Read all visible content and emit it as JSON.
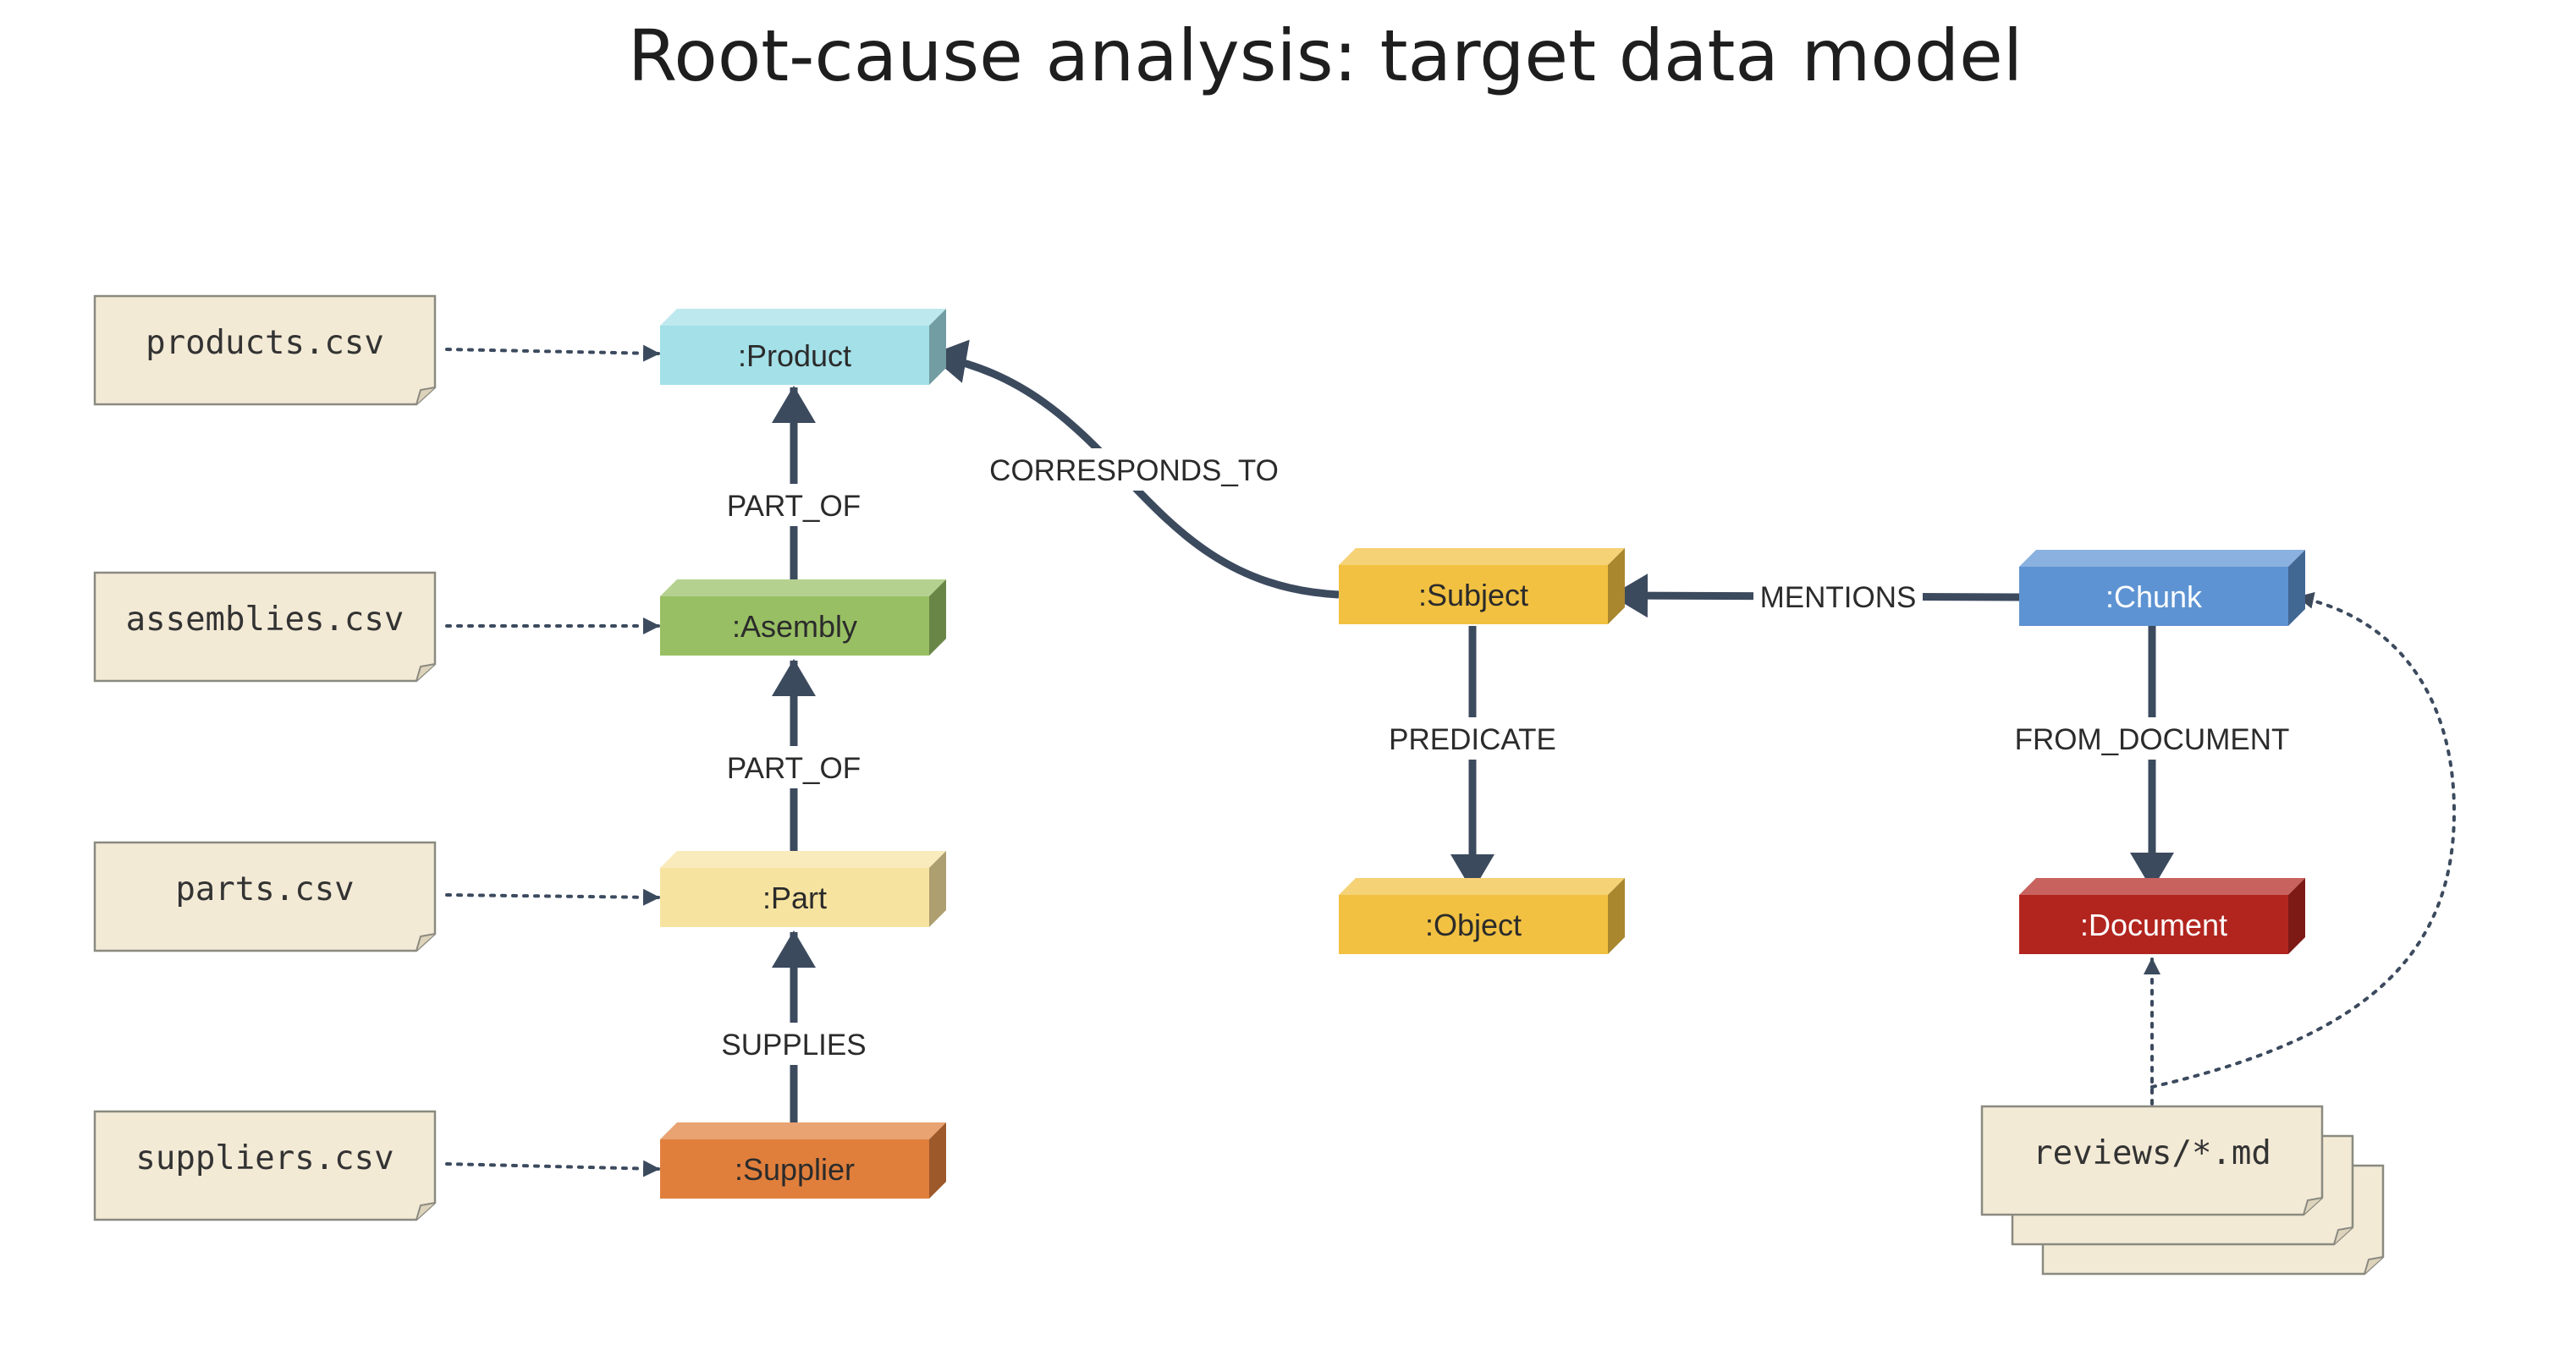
{
  "title": "Root-cause analysis: target data model",
  "files": {
    "products": "products.csv",
    "assemblies": "assemblies.csv",
    "parts": "parts.csv",
    "suppliers": "suppliers.csv",
    "reviews": "reviews/*.md"
  },
  "nodes": {
    "product": {
      "label": ":Product",
      "color": "#a3e0e8"
    },
    "assembly": {
      "label": ":Asembly",
      "color": "#98bf64"
    },
    "part": {
      "label": ":Part",
      "color": "#f7e3a0"
    },
    "supplier": {
      "label": ":Supplier",
      "color": "#e07f3c"
    },
    "subject": {
      "label": ":Subject",
      "color": "#f2c141"
    },
    "object": {
      "label": ":Object",
      "color": "#f2c141"
    },
    "chunk": {
      "label": ":Chunk",
      "color": "#5d93d2"
    },
    "document": {
      "label": ":Document",
      "color": "#b2251f"
    }
  },
  "relationships": {
    "part_of_1": "PART_OF",
    "part_of_2": "PART_OF",
    "supplies": "SUPPLIES",
    "corresponds_to": "CORRESPONDS_TO",
    "mentions": "MENTIONS",
    "predicate": "PREDICATE",
    "from_document": "FROM_DOCUMENT"
  },
  "colors": {
    "edge": "#3c4a5e",
    "file_fill": "#f3ead6",
    "file_stroke": "#8a8a80"
  }
}
